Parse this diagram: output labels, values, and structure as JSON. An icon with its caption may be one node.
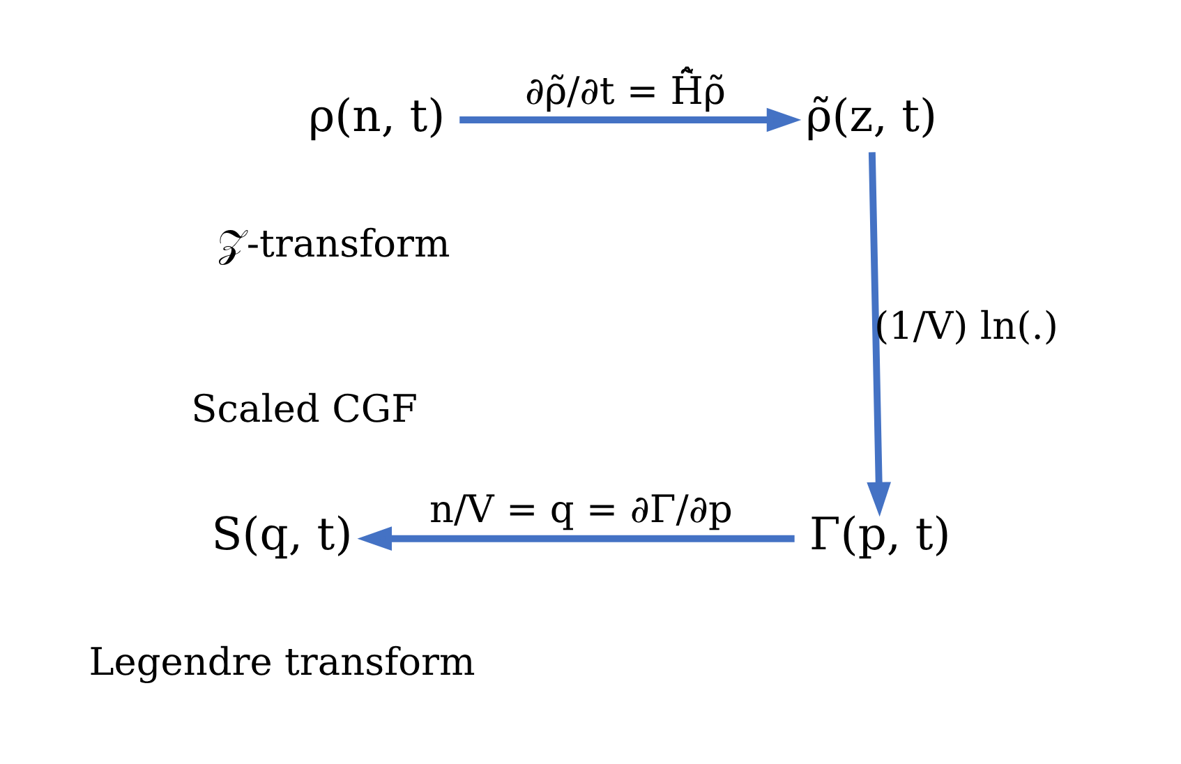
{
  "diagram": {
    "nodes": [
      {
        "text": [
          "ρ(n, t)"
        ]
      },
      {
        "text": [
          "ρ̃(z, t)"
        ]
      },
      {
        "text": [
          "Γ(p, t)"
        ]
      },
      {
        "text": [
          "S(q, t)"
        ]
      }
    ],
    "edges": [
      {
        "from": 0,
        "to": 1,
        "arrow": "to",
        "label": "∂ρ̃/∂t = H̃̂ρ̃"
      },
      {
        "from": 1,
        "to": 2,
        "arrow": "to",
        "label": "(1/V) ln(.)"
      },
      {
        "from": 2,
        "to": 3,
        "arrow": "to",
        "label": "n/V = q = ∂Γ/∂p"
      }
    ],
    "labels": [
      "𝒵-transform",
      "Scaled CGF",
      "Legendre transform"
    ]
  }
}
